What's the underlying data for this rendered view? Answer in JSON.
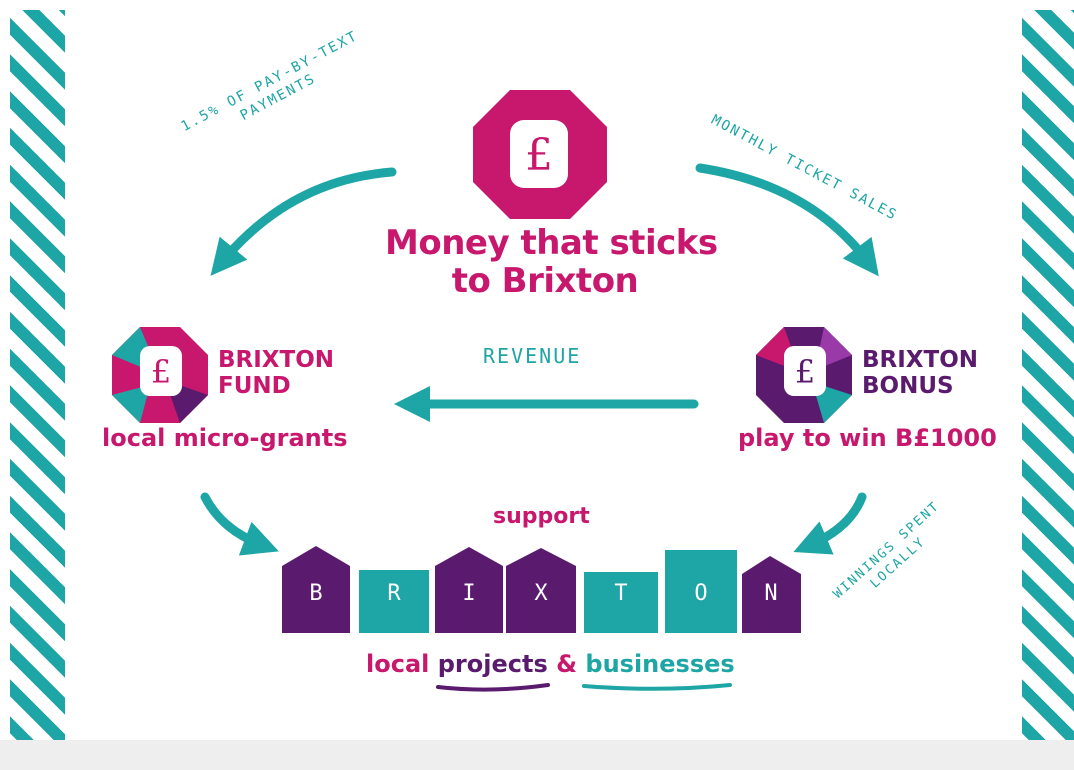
{
  "title": {
    "line1": "Money that sticks",
    "line2": "to Brixton"
  },
  "arrow_labels": {
    "top_left": {
      "line1": "1.5% OF PAY-BY-TEXT",
      "line2": "PAYMENTS"
    },
    "top_right": "MONTHLY TICKET SALES",
    "middle": "REVENUE",
    "bottom_right": {
      "line1": "WINNINGS SPENT",
      "line2": "LOCALLY"
    }
  },
  "fund": {
    "name_line1": "BRIXTON",
    "name_line2": "FUND",
    "caption": "local micro-grants"
  },
  "bonus": {
    "name_line1": "BRIXTON",
    "name_line2": "BONUS",
    "caption": "play to win B£1000"
  },
  "support_label": "support",
  "houses": {
    "letters": [
      "B",
      "R",
      "I",
      "X",
      "T",
      "O",
      "N"
    ]
  },
  "footer": {
    "part1": "local",
    "part2": "projects",
    "part3": "&",
    "part4": "businesses"
  },
  "logo_glyph": "£",
  "colors": {
    "magenta": "#c8186e",
    "teal": "#1ea5a5",
    "purple": "#5a1a6e"
  }
}
